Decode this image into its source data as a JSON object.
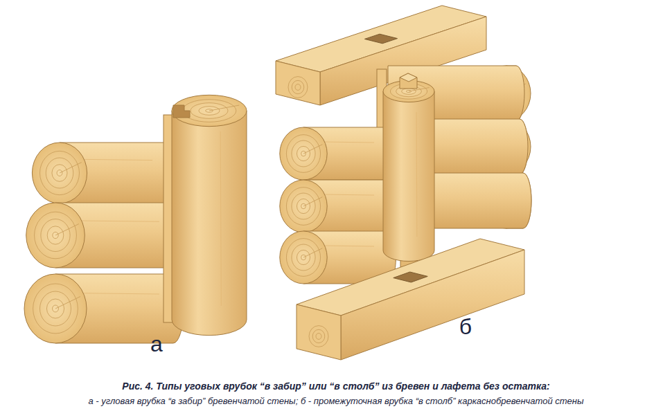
{
  "diagram": {
    "caption": "Рис. 4. Типы уговых врубок “в забир” или “в столб” из бревен и лафета без остатка:",
    "labels": [
      "а",
      "б",
      "а - угловая врубка “в забир” бревенчатой стены; б - промежуточная врубка “в столб” каркаснобревенчатой стены"
    ]
  }
}
